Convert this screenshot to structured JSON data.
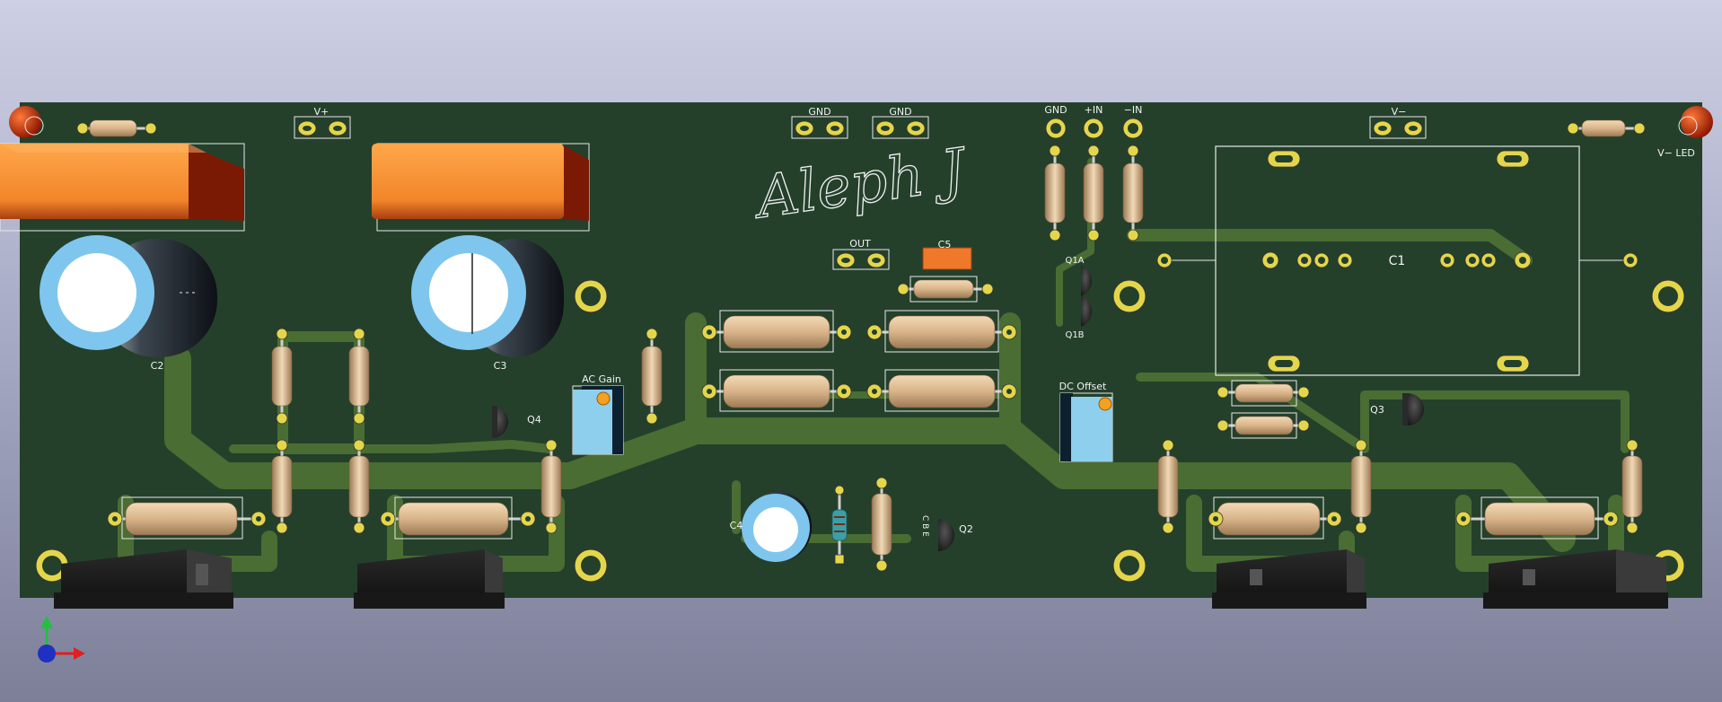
{
  "viewer": {
    "background_top": "#cdd0e4",
    "background_bottom": "#7d7f99",
    "board_color": "#24402b",
    "copper_color": "#4a6d33",
    "pad_color": "#e4d64a"
  },
  "board": {
    "logo_text": "Aleph J",
    "silkscreen": {
      "v_plus": "V+",
      "gnd_1": "GND",
      "gnd_2": "GND",
      "gnd_3": "GND",
      "plus_in": "+IN",
      "minus_in": "−IN",
      "v_minus": "V−",
      "v_minus_led": "V− LED",
      "out": "OUT",
      "c5": "C5",
      "c1": "C1",
      "c2": "C2",
      "c3": "C3",
      "c4": "C4",
      "q1a": "Q1A",
      "q1b": "Q1B",
      "q2": "Q2",
      "q3": "Q3",
      "q4": "Q4",
      "ac_gain": "AC Gain",
      "dc_offset": "DC Offset",
      "q2_pins": "C B E"
    }
  },
  "axes_gizmo": {
    "x_color": "#e02020",
    "y_color": "#20c040",
    "z_color": "#2030c0"
  }
}
